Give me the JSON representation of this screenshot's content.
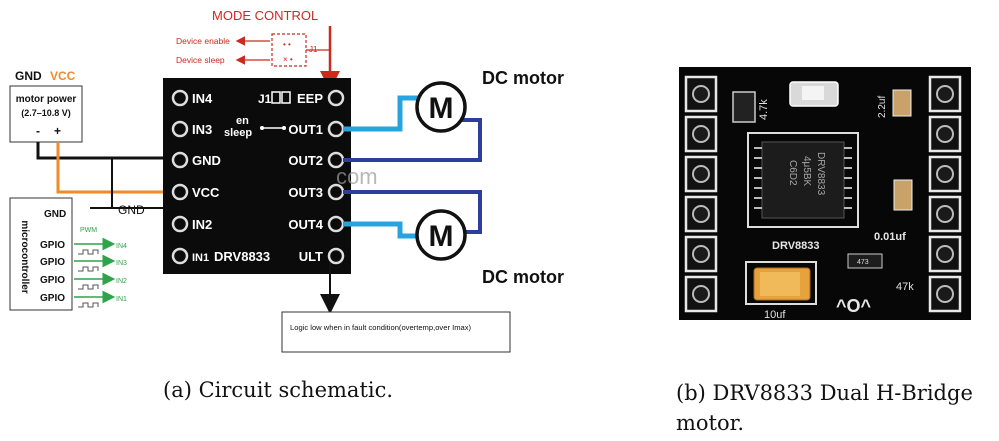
{
  "schematic": {
    "mode_control": {
      "title": "MODE CONTROL",
      "device_enable": "Device enable",
      "device_sleep": "Device sleep",
      "jumper": "J1"
    },
    "power": {
      "gnd": "GND",
      "vcc": "VCC",
      "title": "motor power",
      "range": "(2.7–10.8 V)",
      "minus": "-",
      "plus": "+"
    },
    "microcontroller": {
      "label": "microcontroller",
      "gnd": "GND",
      "gpio": [
        "GPIO",
        "GPIO",
        "GPIO",
        "GPIO"
      ],
      "pwm": "PWM",
      "inputs": [
        "IN4",
        "IN3",
        "IN2",
        "IN1"
      ]
    },
    "external_gnd": "GND",
    "board": {
      "name": "DRV8833",
      "left_pins": [
        "IN4",
        "IN3",
        "GND",
        "VCC",
        "IN2",
        "IN1"
      ],
      "right_pins": [
        "EEP",
        "OUT1",
        "OUT2",
        "OUT3",
        "OUT4",
        "ULT"
      ],
      "jumper": "J1",
      "en": "en",
      "sleep": "sleep",
      "watermark": "com"
    },
    "motors": [
      {
        "symbol": "M",
        "label": "DC motor"
      },
      {
        "symbol": "M",
        "label": "DC motor"
      }
    ],
    "fault_note": "Logic low when in fault condition(overtemp,over Imax)"
  },
  "board_photo": {
    "chip_lines": [
      "DRV8833",
      "4μ5BK",
      "C6D2"
    ],
    "silk_name": "DRV8833",
    "cap_1": "0.01uf",
    "cap_2": "2.2uf",
    "res_1": "47k",
    "res_2": "4.7k",
    "res_code": "473",
    "tant_cap": "10uf",
    "face": "^O^"
  },
  "captions": {
    "a": "(a) Circuit schematic.",
    "b_line1": "(b) DRV8833 Dual H-Bridge",
    "b_line2": "motor."
  },
  "colors": {
    "accent_red": "#cc2a1e",
    "wire_blue": "#27a3dd",
    "wire_orange": "#f08a2a",
    "wire_green": "#2ea34a",
    "pcb_black": "#0a0a0a"
  }
}
